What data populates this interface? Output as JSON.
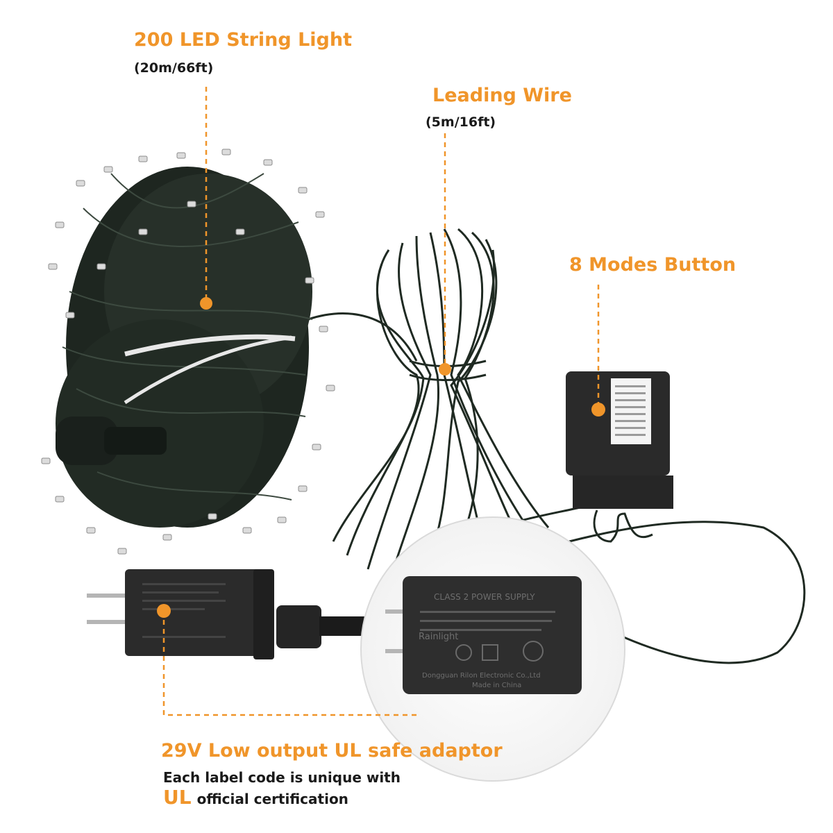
{
  "callouts": {
    "string_light": {
      "title": "200 LED String Light",
      "sub": "(20m/66ft)"
    },
    "leading_wire": {
      "title": "Leading Wire",
      "sub": "(5m/16ft)"
    },
    "modes_button": {
      "title": "8 Modes Button"
    },
    "adaptor": {
      "title": "29V Low output UL safe adaptor",
      "note_line1": "Each label code is unique with",
      "note_ul": "UL",
      "note_line2": "official certification"
    }
  },
  "adaptor_label": {
    "line1": "CLASS 2 POWER SUPPLY",
    "brand": "Rainlight",
    "maker": "Dongguan Rilon Electronic Co.,Ltd",
    "origin": "Made in China"
  },
  "colors": {
    "accent": "#f0952a",
    "cable": "#1f2a22",
    "device": "#2a2a2a",
    "text_dark": "#1a1a1a"
  }
}
